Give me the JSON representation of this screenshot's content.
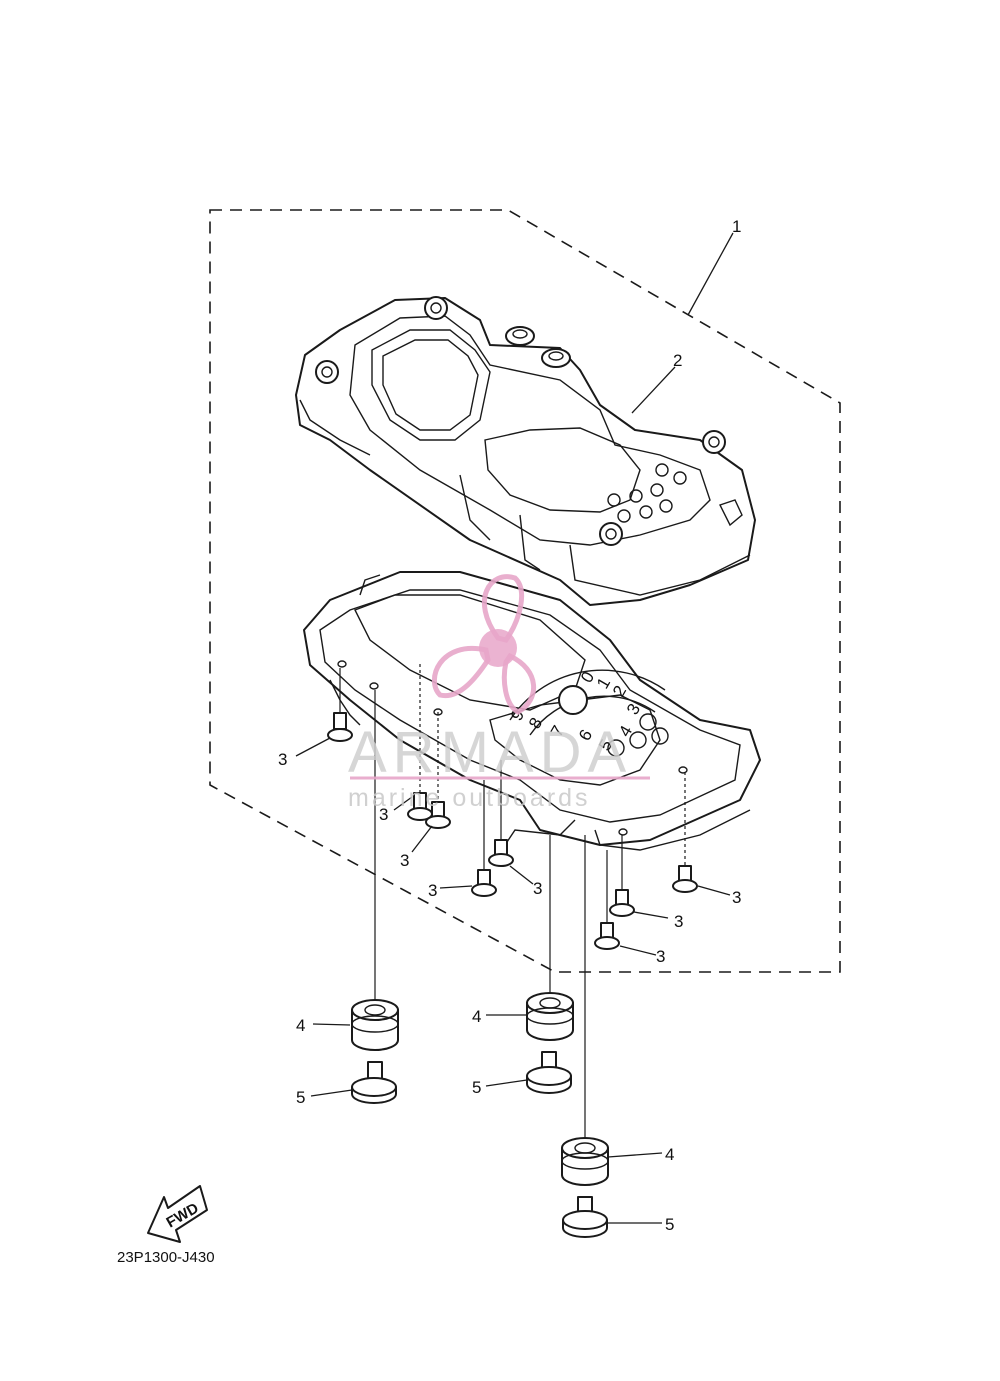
{
  "diagram": {
    "drawing_code": "23P1300-J430",
    "direction_arrow_label": "FWD",
    "callouts": [
      {
        "id": "c1",
        "text": "1"
      },
      {
        "id": "c2",
        "text": "2"
      },
      {
        "id": "c3a",
        "text": "3"
      },
      {
        "id": "c3b",
        "text": "3"
      },
      {
        "id": "c3c",
        "text": "3"
      },
      {
        "id": "c3d",
        "text": "3"
      },
      {
        "id": "c3e",
        "text": "3"
      },
      {
        "id": "c3f",
        "text": "3"
      },
      {
        "id": "c3g",
        "text": "3"
      },
      {
        "id": "c3h",
        "text": "3"
      },
      {
        "id": "c3i",
        "text": "3"
      },
      {
        "id": "c4a",
        "text": "4"
      },
      {
        "id": "c4b",
        "text": "4"
      },
      {
        "id": "c4c",
        "text": "4"
      },
      {
        "id": "c5a",
        "text": "5"
      },
      {
        "id": "c5b",
        "text": "5"
      },
      {
        "id": "c5c",
        "text": "5"
      }
    ],
    "dial_numbers": [
      "0",
      "1",
      "2",
      "3",
      "4",
      "5",
      "6",
      "7",
      "8",
      "9"
    ]
  },
  "watermark": {
    "brand": "ARMADA",
    "tagline": "marine outboards",
    "colors": {
      "logo_pink": "#e7a6c9",
      "logo_pink_dark": "#d86aa6",
      "text_gray": "#c8c8c8"
    }
  }
}
